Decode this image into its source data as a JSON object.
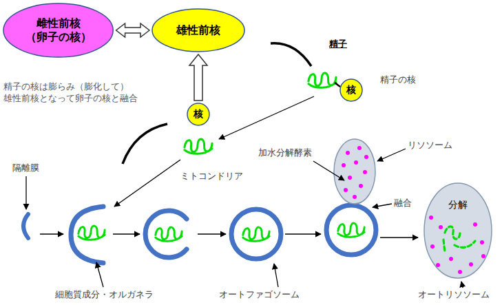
{
  "diagram": {
    "nodes": [
      {
        "text": [
          "雌性前核 （卵子の核）"
        ]
      },
      {
        "text": [
          "雄性前核"
        ]
      },
      {
        "text": [
          "核"
        ]
      },
      {
        "text": [
          "核"
        ]
      },
      {
        "text": [
          "分解"
        ]
      }
    ],
    "edges": [
      {
        "from": 0,
        "to": 1,
        "arrow": "both"
      },
      {
        "from": 3,
        "to": 1,
        "arrow": "to"
      }
    ],
    "labels": [
      "精子",
      "精子の核",
      "精子の核は膨らみ（膨化して） 雄性前核となって卵子の核と融合",
      "隔離膜",
      "ミトコンドリア",
      "加水分解酵素",
      "リソソーム",
      "融合",
      "細胞質成分・オルガネラ",
      "オートファゴソーム",
      "オートリソソーム"
    ]
  }
}
